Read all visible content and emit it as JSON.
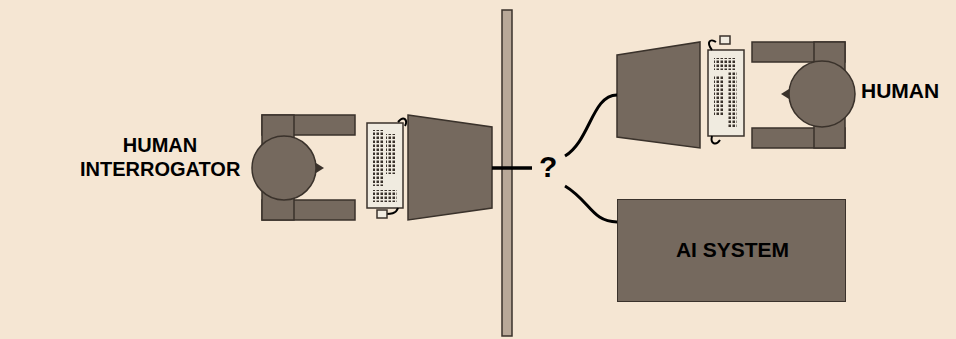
{
  "diagram": {
    "nodes": [
      {
        "text": [
          "HUMAN INTERROGATOR"
        ]
      },
      {
        "text": [
          "HUMAN"
        ]
      },
      {
        "text": [
          "AI SYSTEM"
        ]
      }
    ],
    "edges": [
      {
        "from": 0,
        "to": 1,
        "arrow": "none"
      },
      {
        "from": 0,
        "to": 2,
        "arrow": "none"
      }
    ],
    "labels": [
      "?"
    ]
  }
}
